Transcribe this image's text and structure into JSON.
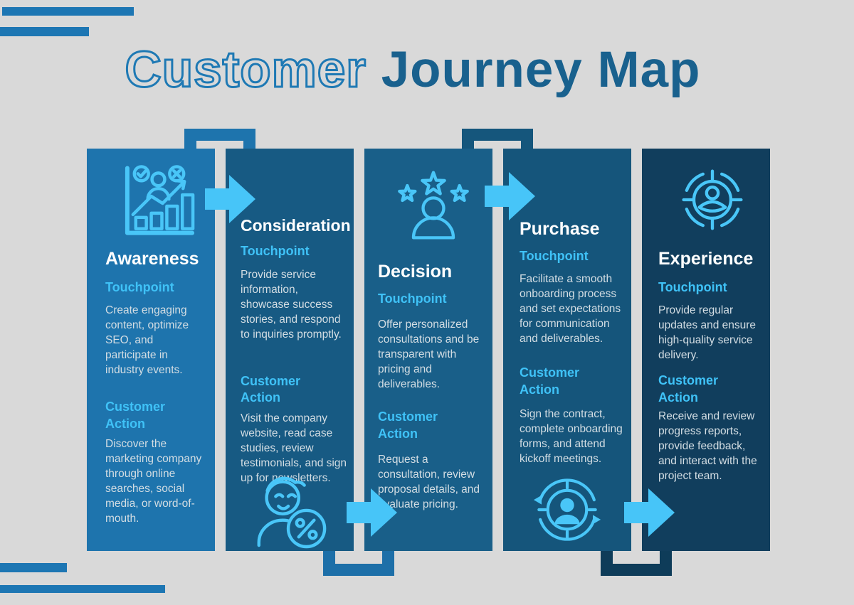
{
  "title": {
    "part_outline": "Customer",
    "part_solid": "Journey Map"
  },
  "section_labels": {
    "touchpoint": "Touchpoint",
    "customer_action": "Customer Action"
  },
  "stages": [
    {
      "name": "Awareness",
      "icon": "audience-growth-chart-icon",
      "icon_position": "top",
      "panel_color": "#1e74ad",
      "touchpoint": "Create engaging content, optimize SEO, and participate in industry events.",
      "customer_action": "Discover the marketing company through online searches, social media, or word-of-mouth."
    },
    {
      "name": "Consideration",
      "icon": "customer-discount-icon",
      "icon_position": "bottom",
      "panel_color": "#175a83",
      "touchpoint": "Provide service information, showcase success stories, and respond to inquiries promptly.",
      "customer_action": "Visit the company website, read case studies, review testimonials, and sign up for newsletters."
    },
    {
      "name": "Decision",
      "icon": "person-stars-rating-icon",
      "icon_position": "top",
      "panel_color": "#195f89",
      "touchpoint": "Offer personalized consultations and be transparent with pricing and deliverables.",
      "customer_action": "Request a consultation, review proposal details, and evaluate pricing."
    },
    {
      "name": "Purchase",
      "icon": "customer-onboarding-cycle-icon",
      "icon_position": "bottom",
      "panel_color": "#15557b",
      "touchpoint": "Facilitate a smooth onboarding process and set expectations for communication and deliverables.",
      "customer_action": "Sign the contract, complete onboarding forms, and attend kickoff meetings."
    },
    {
      "name": "Experience",
      "icon": "customer-focus-target-icon",
      "icon_position": "top",
      "panel_color": "#113e5d",
      "touchpoint": "Provide regular updates and ensure high-quality service delivery.",
      "customer_action": "Receive and review progress reports, provide feedback, and interact with the project team."
    }
  ],
  "colors": {
    "background": "#d9d9d9",
    "accent_light_blue": "#47c5f8",
    "decor_bar_blue": "#1d76b3",
    "title_outline": "#1e79b4",
    "title_solid": "#19618e",
    "heading_white": "#ffffff",
    "body_text": "#d3dde3"
  }
}
